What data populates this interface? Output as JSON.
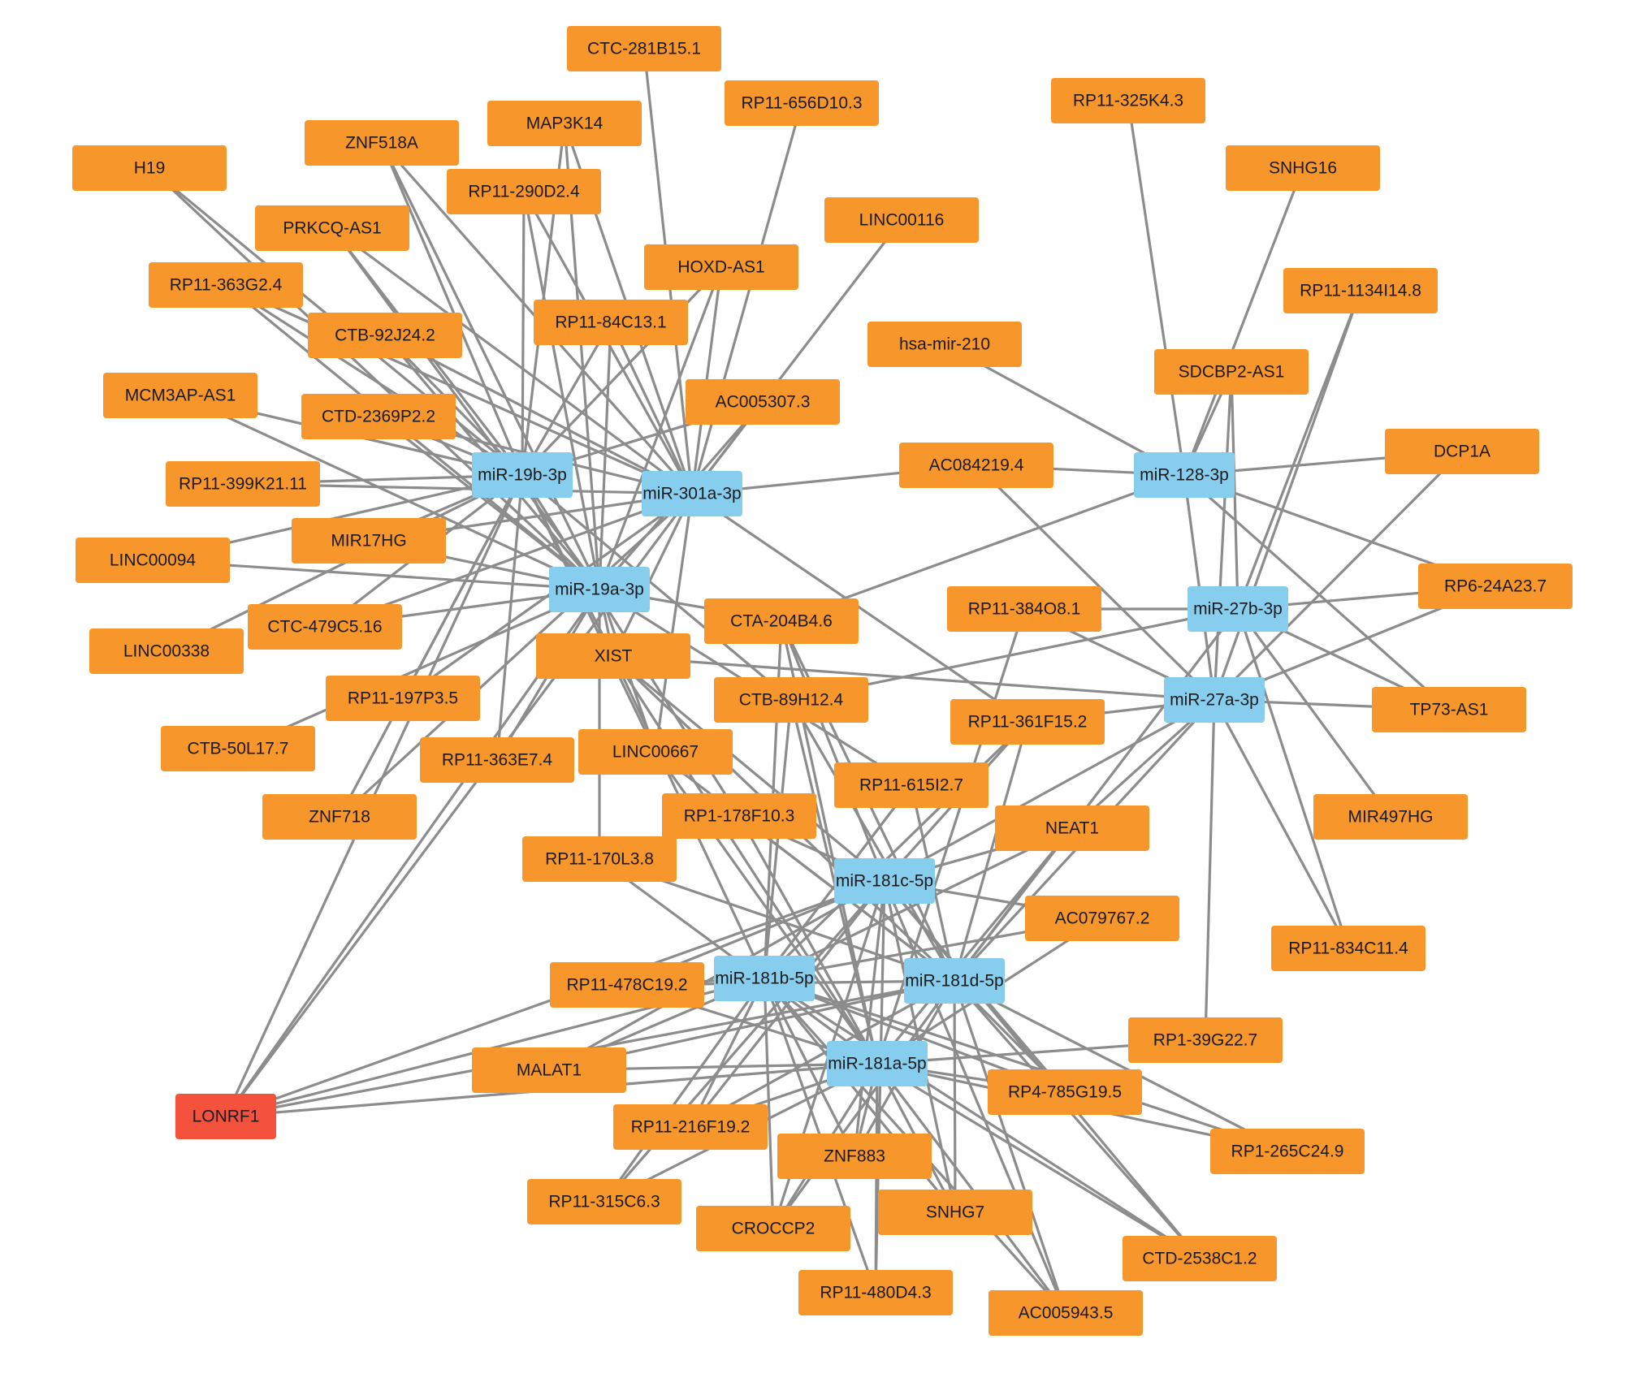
{
  "colors": {
    "lncrna": "#f7962a",
    "mirna": "#87cdee",
    "mrna": "#f4523c",
    "edge": "#8c8c8c",
    "background": "#ffffff"
  },
  "nodes": [
    {
      "id": "CTC-281B15.1",
      "label": "CTC-281B15.1",
      "kind": "lncrna"
    },
    {
      "id": "RP11-656D10.3",
      "label": "RP11-656D10.3",
      "kind": "lncrna"
    },
    {
      "id": "RP11-325K4.3",
      "label": "RP11-325K4.3",
      "kind": "lncrna"
    },
    {
      "id": "MAP3K14",
      "label": "MAP3K14",
      "kind": "lncrna"
    },
    {
      "id": "ZNF518A",
      "label": "ZNF518A",
      "kind": "lncrna"
    },
    {
      "id": "H19",
      "label": "H19",
      "kind": "lncrna"
    },
    {
      "id": "SNHG16",
      "label": "SNHG16",
      "kind": "lncrna"
    },
    {
      "id": "RP11-290D2.4",
      "label": "RP11-290D2.4",
      "kind": "lncrna"
    },
    {
      "id": "LINC00116",
      "label": "LINC00116",
      "kind": "lncrna"
    },
    {
      "id": "PRKCQ-AS1",
      "label": "PRKCQ-AS1",
      "kind": "lncrna"
    },
    {
      "id": "HOXD-AS1",
      "label": "HOXD-AS1",
      "kind": "lncrna"
    },
    {
      "id": "RP11-363G2.4",
      "label": "RP11-363G2.4",
      "kind": "lncrna"
    },
    {
      "id": "RP11-1134I14.8",
      "label": "RP11-1134I14.8",
      "kind": "lncrna"
    },
    {
      "id": "RP11-84C13.1",
      "label": "RP11-84C13.1",
      "kind": "lncrna"
    },
    {
      "id": "CTB-92J24.2",
      "label": "CTB-92J24.2",
      "kind": "lncrna"
    },
    {
      "id": "hsa-mir-210",
      "label": "hsa-mir-210",
      "kind": "lncrna"
    },
    {
      "id": "SDCBP2-AS1",
      "label": "SDCBP2-AS1",
      "kind": "lncrna"
    },
    {
      "id": "MCM3AP-AS1",
      "label": "MCM3AP-AS1",
      "kind": "lncrna"
    },
    {
      "id": "AC005307.3",
      "label": "AC005307.3",
      "kind": "lncrna"
    },
    {
      "id": "CTD-2369P2.2",
      "label": "CTD-2369P2.2",
      "kind": "lncrna"
    },
    {
      "id": "DCP1A",
      "label": "DCP1A",
      "kind": "lncrna"
    },
    {
      "id": "AC084219.4",
      "label": "AC084219.4",
      "kind": "lncrna"
    },
    {
      "id": "miR-19b-3p",
      "label": "miR-19b-3p",
      "kind": "mirna"
    },
    {
      "id": "miR-128-3p",
      "label": "miR-128-3p",
      "kind": "mirna"
    },
    {
      "id": "RP11-399K21.11",
      "label": "RP11-399K21.11",
      "kind": "lncrna"
    },
    {
      "id": "miR-301a-3p",
      "label": "miR-301a-3p",
      "kind": "mirna"
    },
    {
      "id": "MIR17HG",
      "label": "MIR17HG",
      "kind": "lncrna"
    },
    {
      "id": "LINC00094",
      "label": "LINC00094",
      "kind": "lncrna"
    },
    {
      "id": "miR-19a-3p",
      "label": "miR-19a-3p",
      "kind": "mirna"
    },
    {
      "id": "RP6-24A23.7",
      "label": "RP6-24A23.7",
      "kind": "lncrna"
    },
    {
      "id": "RP11-384O8.1",
      "label": "RP11-384O8.1",
      "kind": "lncrna"
    },
    {
      "id": "miR-27b-3p",
      "label": "miR-27b-3p",
      "kind": "mirna"
    },
    {
      "id": "CTA-204B4.6",
      "label": "CTA-204B4.6",
      "kind": "lncrna"
    },
    {
      "id": "CTC-479C5.16",
      "label": "CTC-479C5.16",
      "kind": "lncrna"
    },
    {
      "id": "LINC00338",
      "label": "LINC00338",
      "kind": "lncrna"
    },
    {
      "id": "XIST",
      "label": "XIST",
      "kind": "lncrna"
    },
    {
      "id": "miR-27a-3p",
      "label": "miR-27a-3p",
      "kind": "mirna"
    },
    {
      "id": "CTB-89H12.4",
      "label": "CTB-89H12.4",
      "kind": "lncrna"
    },
    {
      "id": "RP11-197P3.5",
      "label": "RP11-197P3.5",
      "kind": "lncrna"
    },
    {
      "id": "TP73-AS1",
      "label": "TP73-AS1",
      "kind": "lncrna"
    },
    {
      "id": "RP11-361F15.2",
      "label": "RP11-361F15.2",
      "kind": "lncrna"
    },
    {
      "id": "CTB-50L17.7",
      "label": "CTB-50L17.7",
      "kind": "lncrna"
    },
    {
      "id": "LINC00667",
      "label": "LINC00667",
      "kind": "lncrna"
    },
    {
      "id": "RP11-363E7.4",
      "label": "RP11-363E7.4",
      "kind": "lncrna"
    },
    {
      "id": "RP11-615I2.7",
      "label": "RP11-615I2.7",
      "kind": "lncrna"
    },
    {
      "id": "MIR497HG",
      "label": "MIR497HG",
      "kind": "lncrna"
    },
    {
      "id": "ZNF718",
      "label": "ZNF718",
      "kind": "lncrna"
    },
    {
      "id": "RP1-178F10.3",
      "label": "RP1-178F10.3",
      "kind": "lncrna"
    },
    {
      "id": "NEAT1",
      "label": "NEAT1",
      "kind": "lncrna"
    },
    {
      "id": "RP11-170L3.8",
      "label": "RP11-170L3.8",
      "kind": "lncrna"
    },
    {
      "id": "miR-181c-5p",
      "label": "miR-181c-5p",
      "kind": "mirna"
    },
    {
      "id": "AC079767.2",
      "label": "AC079767.2",
      "kind": "lncrna"
    },
    {
      "id": "RP11-834C11.4",
      "label": "RP11-834C11.4",
      "kind": "lncrna"
    },
    {
      "id": "miR-181b-5p",
      "label": "miR-181b-5p",
      "kind": "mirna"
    },
    {
      "id": "RP11-478C19.2",
      "label": "RP11-478C19.2",
      "kind": "lncrna"
    },
    {
      "id": "miR-181d-5p",
      "label": "miR-181d-5p",
      "kind": "mirna"
    },
    {
      "id": "RP1-39G22.7",
      "label": "RP1-39G22.7",
      "kind": "lncrna"
    },
    {
      "id": "MALAT1",
      "label": "MALAT1",
      "kind": "lncrna"
    },
    {
      "id": "miR-181a-5p",
      "label": "miR-181a-5p",
      "kind": "mirna"
    },
    {
      "id": "RP4-785G19.5",
      "label": "RP4-785G19.5",
      "kind": "lncrna"
    },
    {
      "id": "LONRF1",
      "label": "LONRF1",
      "kind": "mrna"
    },
    {
      "id": "RP11-216F19.2",
      "label": "RP11-216F19.2",
      "kind": "lncrna"
    },
    {
      "id": "ZNF883",
      "label": "ZNF883",
      "kind": "lncrna"
    },
    {
      "id": "RP1-265C24.9",
      "label": "RP1-265C24.9",
      "kind": "lncrna"
    },
    {
      "id": "RP11-315C6.3",
      "label": "RP11-315C6.3",
      "kind": "lncrna"
    },
    {
      "id": "SNHG7",
      "label": "SNHG7",
      "kind": "lncrna"
    },
    {
      "id": "CROCCP2",
      "label": "CROCCP2",
      "kind": "lncrna"
    },
    {
      "id": "CTD-2538C1.2",
      "label": "CTD-2538C1.2",
      "kind": "lncrna"
    },
    {
      "id": "RP11-480D4.3",
      "label": "RP11-480D4.3",
      "kind": "lncrna"
    },
    {
      "id": "AC005943.5",
      "label": "AC005943.5",
      "kind": "lncrna"
    }
  ],
  "edges": [
    [
      "H19",
      "miR-19b-3p"
    ],
    [
      "H19",
      "miR-19a-3p"
    ],
    [
      "ZNF518A",
      "miR-19b-3p"
    ],
    [
      "ZNF518A",
      "miR-19a-3p"
    ],
    [
      "ZNF518A",
      "miR-301a-3p"
    ],
    [
      "MAP3K14",
      "miR-19b-3p"
    ],
    [
      "MAP3K14",
      "miR-19a-3p"
    ],
    [
      "MAP3K14",
      "miR-301a-3p"
    ],
    [
      "RP11-290D2.4",
      "miR-19b-3p"
    ],
    [
      "RP11-290D2.4",
      "miR-19a-3p"
    ],
    [
      "RP11-290D2.4",
      "miR-301a-3p"
    ],
    [
      "PRKCQ-AS1",
      "miR-19b-3p"
    ],
    [
      "PRKCQ-AS1",
      "miR-19a-3p"
    ],
    [
      "PRKCQ-AS1",
      "miR-301a-3p"
    ],
    [
      "RP11-363G2.4",
      "miR-19b-3p"
    ],
    [
      "RP11-363G2.4",
      "miR-19a-3p"
    ],
    [
      "RP11-363G2.4",
      "miR-301a-3p"
    ],
    [
      "CTB-92J24.2",
      "miR-19b-3p"
    ],
    [
      "CTB-92J24.2",
      "miR-19a-3p"
    ],
    [
      "CTB-92J24.2",
      "miR-301a-3p"
    ],
    [
      "CTD-2369P2.2",
      "miR-19b-3p"
    ],
    [
      "CTD-2369P2.2",
      "miR-19a-3p"
    ],
    [
      "CTD-2369P2.2",
      "miR-301a-3p"
    ],
    [
      "MCM3AP-AS1",
      "miR-19b-3p"
    ],
    [
      "MCM3AP-AS1",
      "miR-19a-3p"
    ],
    [
      "RP11-399K21.11",
      "miR-19b-3p"
    ],
    [
      "RP11-399K21.11",
      "miR-301a-3p"
    ],
    [
      "MIR17HG",
      "miR-19b-3p"
    ],
    [
      "MIR17HG",
      "miR-19a-3p"
    ],
    [
      "MIR17HG",
      "miR-301a-3p"
    ],
    [
      "LINC00094",
      "miR-19b-3p"
    ],
    [
      "LINC00094",
      "miR-19a-3p"
    ],
    [
      "CTC-479C5.16",
      "miR-19b-3p"
    ],
    [
      "CTC-479C5.16",
      "miR-19a-3p"
    ],
    [
      "CTC-479C5.16",
      "miR-301a-3p"
    ],
    [
      "LINC00338",
      "miR-19b-3p"
    ],
    [
      "CTB-50L17.7",
      "miR-19a-3p"
    ],
    [
      "ZNF718",
      "miR-19b-3p"
    ],
    [
      "ZNF718",
      "miR-301a-3p"
    ],
    [
      "RP11-197P3.5",
      "miR-19b-3p"
    ],
    [
      "RP11-197P3.5",
      "miR-301a-3p"
    ],
    [
      "RP11-363E7.4",
      "miR-19b-3p"
    ],
    [
      "RP11-363E7.4",
      "miR-19a-3p"
    ],
    [
      "CTC-281B15.1",
      "miR-301a-3p"
    ],
    [
      "RP11-656D10.3",
      "miR-301a-3p"
    ],
    [
      "HOXD-AS1",
      "miR-19b-3p"
    ],
    [
      "HOXD-AS1",
      "miR-19a-3p"
    ],
    [
      "HOXD-AS1",
      "miR-301a-3p"
    ],
    [
      "RP11-84C13.1",
      "miR-19b-3p"
    ],
    [
      "RP11-84C13.1",
      "miR-19a-3p"
    ],
    [
      "RP11-84C13.1",
      "miR-301a-3p"
    ],
    [
      "AC005307.3",
      "miR-19b-3p"
    ],
    [
      "AC005307.3",
      "miR-19a-3p"
    ],
    [
      "AC005307.3",
      "miR-301a-3p"
    ],
    [
      "LINC00116",
      "miR-301a-3p"
    ],
    [
      "AC084219.4",
      "miR-301a-3p"
    ],
    [
      "XIST",
      "miR-19b-3p"
    ],
    [
      "XIST",
      "miR-19a-3p"
    ],
    [
      "XIST",
      "miR-301a-3p"
    ],
    [
      "XIST",
      "miR-181a-5p"
    ],
    [
      "XIST",
      "miR-181b-5p"
    ],
    [
      "XIST",
      "miR-181c-5p"
    ],
    [
      "XIST",
      "miR-181d-5p"
    ],
    [
      "XIST",
      "miR-27a-3p"
    ],
    [
      "CTA-204B4.6",
      "miR-19a-3p"
    ],
    [
      "CTA-204B4.6",
      "miR-128-3p"
    ],
    [
      "CTA-204B4.6",
      "miR-181a-5p"
    ],
    [
      "CTA-204B4.6",
      "miR-181b-5p"
    ],
    [
      "CTA-204B4.6",
      "miR-181c-5p"
    ],
    [
      "CTA-204B4.6",
      "miR-181d-5p"
    ],
    [
      "CTB-89H12.4",
      "miR-19b-3p"
    ],
    [
      "CTB-89H12.4",
      "miR-27b-3p"
    ],
    [
      "CTB-89H12.4",
      "miR-181a-5p"
    ],
    [
      "CTB-89H12.4",
      "miR-181b-5p"
    ],
    [
      "CTB-89H12.4",
      "miR-181d-5p"
    ],
    [
      "LINC00667",
      "miR-19b-3p"
    ],
    [
      "LINC00667",
      "miR-19a-3p"
    ],
    [
      "LINC00667",
      "miR-301a-3p"
    ],
    [
      "LINC00667",
      "miR-181a-5p"
    ],
    [
      "LINC00667",
      "miR-181d-5p"
    ],
    [
      "RP11-170L3.8",
      "miR-19a-3p"
    ],
    [
      "RP11-170L3.8",
      "miR-181a-5p"
    ],
    [
      "RP11-170L3.8",
      "miR-181d-5p"
    ],
    [
      "RP1-178F10.3",
      "miR-19b-3p"
    ],
    [
      "RP1-178F10.3",
      "miR-181a-5p"
    ],
    [
      "RP1-178F10.3",
      "miR-181c-5p"
    ],
    [
      "RP1-178F10.3",
      "miR-181d-5p"
    ],
    [
      "RP11-615I2.7",
      "miR-19a-3p"
    ],
    [
      "RP11-615I2.7",
      "miR-181b-5p"
    ],
    [
      "RP11-615I2.7",
      "miR-181d-5p"
    ],
    [
      "RP11-361F15.2",
      "miR-27a-3p"
    ],
    [
      "RP11-361F15.2",
      "miR-181b-5p"
    ],
    [
      "RP11-361F15.2",
      "miR-181c-5p"
    ],
    [
      "RP11-361F15.2",
      "miR-181d-5p"
    ],
    [
      "RP11-361F15.2",
      "miR-301a-3p"
    ],
    [
      "RP11-384O8.1",
      "miR-27b-3p"
    ],
    [
      "RP11-384O8.1",
      "miR-27a-3p"
    ],
    [
      "RP11-384O8.1",
      "miR-181a-5p"
    ],
    [
      "NEAT1",
      "miR-181a-5p"
    ],
    [
      "NEAT1",
      "miR-181b-5p"
    ],
    [
      "NEAT1",
      "miR-181c-5p"
    ],
    [
      "NEAT1",
      "miR-181d-5p"
    ],
    [
      "NEAT1",
      "miR-27a-3p"
    ],
    [
      "AC079767.2",
      "miR-181a-5p"
    ],
    [
      "AC079767.2",
      "miR-181b-5p"
    ],
    [
      "AC079767.2",
      "miR-181c-5p"
    ],
    [
      "RP11-478C19.2",
      "miR-181a-5p"
    ],
    [
      "RP11-478C19.2",
      "miR-181b-5p"
    ],
    [
      "RP11-478C19.2",
      "miR-181c-5p"
    ],
    [
      "RP11-478C19.2",
      "miR-181d-5p"
    ],
    [
      "MALAT1",
      "miR-181a-5p"
    ],
    [
      "MALAT1",
      "miR-181b-5p"
    ],
    [
      "MALAT1",
      "miR-181c-5p"
    ],
    [
      "MALAT1",
      "miR-181d-5p"
    ],
    [
      "RP11-216F19.2",
      "miR-181a-5p"
    ],
    [
      "RP11-216F19.2",
      "miR-181b-5p"
    ],
    [
      "RP11-216F19.2",
      "miR-181c-5p"
    ],
    [
      "RP11-216F19.2",
      "miR-181d-5p"
    ],
    [
      "RP11-315C6.3",
      "miR-181a-5p"
    ],
    [
      "RP11-315C6.3",
      "miR-181b-5p"
    ],
    [
      "RP11-315C6.3",
      "miR-181c-5p"
    ],
    [
      "CROCCP2",
      "miR-181a-5p"
    ],
    [
      "CROCCP2",
      "miR-181b-5p"
    ],
    [
      "CROCCP2",
      "miR-181c-5p"
    ],
    [
      "CROCCP2",
      "miR-181d-5p"
    ],
    [
      "ZNF883",
      "miR-181a-5p"
    ],
    [
      "ZNF883",
      "miR-181b-5p"
    ],
    [
      "ZNF883",
      "miR-181c-5p"
    ],
    [
      "ZNF883",
      "miR-181d-5p"
    ],
    [
      "RP11-480D4.3",
      "miR-181a-5p"
    ],
    [
      "RP11-480D4.3",
      "miR-181b-5p"
    ],
    [
      "RP11-480D4.3",
      "miR-181c-5p"
    ],
    [
      "SNHG7",
      "miR-181a-5p"
    ],
    [
      "SNHG7",
      "miR-181b-5p"
    ],
    [
      "SNHG7",
      "miR-181c-5p"
    ],
    [
      "SNHG7",
      "miR-181d-5p"
    ],
    [
      "AC005943.5",
      "miR-181a-5p"
    ],
    [
      "AC005943.5",
      "miR-181b-5p"
    ],
    [
      "AC005943.5",
      "miR-181c-5p"
    ],
    [
      "AC005943.5",
      "miR-181d-5p"
    ],
    [
      "CTD-2538C1.2",
      "miR-181a-5p"
    ],
    [
      "CTD-2538C1.2",
      "miR-181b-5p"
    ],
    [
      "CTD-2538C1.2",
      "miR-181c-5p"
    ],
    [
      "CTD-2538C1.2",
      "miR-181d-5p"
    ],
    [
      "RP1-265C24.9",
      "miR-181a-5p"
    ],
    [
      "RP1-265C24.9",
      "miR-181b-5p"
    ],
    [
      "RP1-265C24.9",
      "miR-181d-5p"
    ],
    [
      "RP4-785G19.5",
      "miR-181a-5p"
    ],
    [
      "RP4-785G19.5",
      "miR-181b-5p"
    ],
    [
      "RP4-785G19.5",
      "miR-181c-5p"
    ],
    [
      "RP4-785G19.5",
      "miR-181d-5p"
    ],
    [
      "RP1-39G22.7",
      "miR-181a-5p"
    ],
    [
      "RP1-39G22.7",
      "miR-27a-3p"
    ],
    [
      "RP11-325K4.3",
      "miR-128-3p"
    ],
    [
      "SNHG16",
      "miR-128-3p"
    ],
    [
      "hsa-mir-210",
      "miR-128-3p"
    ],
    [
      "SDCBP2-AS1",
      "miR-128-3p"
    ],
    [
      "SDCBP2-AS1",
      "miR-27b-3p"
    ],
    [
      "SDCBP2-AS1",
      "miR-27a-3p"
    ],
    [
      "RP11-1134I14.8",
      "miR-27b-3p"
    ],
    [
      "RP11-1134I14.8",
      "miR-27a-3p"
    ],
    [
      "DCP1A",
      "miR-128-3p"
    ],
    [
      "DCP1A",
      "miR-27a-3p"
    ],
    [
      "AC084219.4",
      "miR-128-3p"
    ],
    [
      "AC084219.4",
      "miR-27a-3p"
    ],
    [
      "RP6-24A23.7",
      "miR-128-3p"
    ],
    [
      "RP6-24A23.7",
      "miR-27b-3p"
    ],
    [
      "RP6-24A23.7",
      "miR-27a-3p"
    ],
    [
      "TP73-AS1",
      "miR-128-3p"
    ],
    [
      "TP73-AS1",
      "miR-27b-3p"
    ],
    [
      "TP73-AS1",
      "miR-27a-3p"
    ],
    [
      "MIR497HG",
      "miR-27b-3p"
    ],
    [
      "RP11-834C11.4",
      "miR-27b-3p"
    ],
    [
      "RP11-834C11.4",
      "miR-27a-3p"
    ],
    [
      "miR-128-3p",
      "miR-27a-3p"
    ],
    [
      "miR-27b-3p",
      "miR-181d-5p"
    ],
    [
      "miR-27a-3p",
      "miR-181c-5p"
    ],
    [
      "miR-27a-3p",
      "miR-181d-5p"
    ],
    [
      "LONRF1",
      "miR-19b-3p"
    ],
    [
      "LONRF1",
      "miR-19a-3p"
    ],
    [
      "LONRF1",
      "miR-301a-3p"
    ],
    [
      "LONRF1",
      "miR-181a-5p"
    ],
    [
      "LONRF1",
      "miR-181b-5p"
    ],
    [
      "LONRF1",
      "miR-181c-5p"
    ],
    [
      "LONRF1",
      "miR-181d-5p"
    ]
  ]
}
